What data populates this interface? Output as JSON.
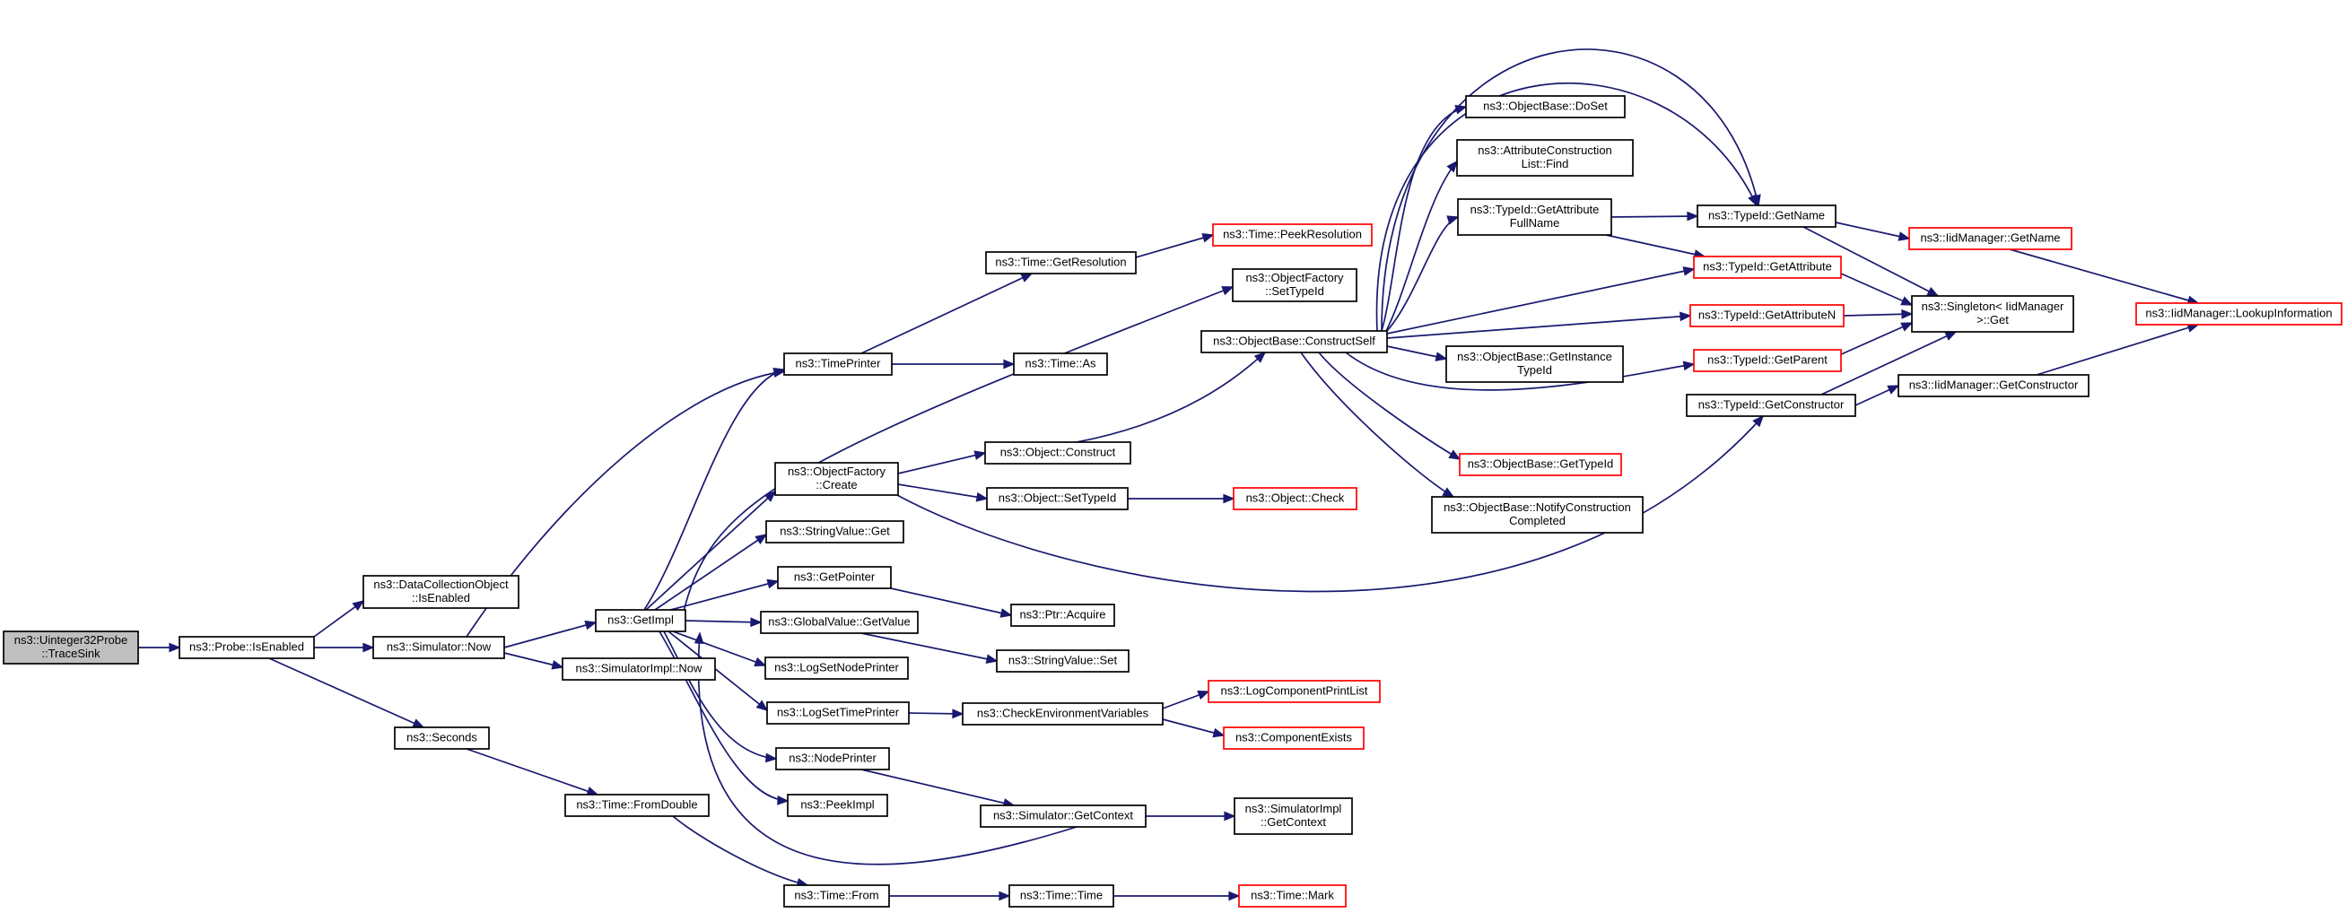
{
  "graph": {
    "nodes": [
      {
        "id": "root",
        "lines": [
          "ns3::Uinteger32Probe",
          "::TraceSink"
        ],
        "style": "root"
      },
      {
        "id": "probe_isenabled",
        "lines": [
          "ns3::Probe::IsEnabled"
        ],
        "style": "normal"
      },
      {
        "id": "dco_isenabled",
        "lines": [
          "ns3::DataCollectionObject",
          "::IsEnabled"
        ],
        "style": "normal"
      },
      {
        "id": "sim_now",
        "lines": [
          "ns3::Simulator::Now"
        ],
        "style": "normal"
      },
      {
        "id": "seconds",
        "lines": [
          "ns3::Seconds"
        ],
        "style": "normal"
      },
      {
        "id": "getimpl",
        "lines": [
          "ns3::GetImpl"
        ],
        "style": "normal"
      },
      {
        "id": "simimpl_now",
        "lines": [
          "ns3::SimulatorImpl::Now"
        ],
        "style": "normal"
      },
      {
        "id": "time_fromdouble",
        "lines": [
          "ns3::Time::FromDouble"
        ],
        "style": "normal"
      },
      {
        "id": "timeprinter",
        "lines": [
          "ns3::TimePrinter"
        ],
        "style": "normal"
      },
      {
        "id": "of_create",
        "lines": [
          "ns3::ObjectFactory",
          "::Create"
        ],
        "style": "normal"
      },
      {
        "id": "stringvalue_get",
        "lines": [
          "ns3::StringValue::Get"
        ],
        "style": "normal"
      },
      {
        "id": "getpointer",
        "lines": [
          "ns3::GetPointer"
        ],
        "style": "normal"
      },
      {
        "id": "gv_getvalue",
        "lines": [
          "ns3::GlobalValue::GetValue"
        ],
        "style": "normal"
      },
      {
        "id": "logsetnodeprinter",
        "lines": [
          "ns3::LogSetNodePrinter"
        ],
        "style": "normal"
      },
      {
        "id": "logsettimeprinter",
        "lines": [
          "ns3::LogSetTimePrinter"
        ],
        "style": "normal"
      },
      {
        "id": "nodeprinter",
        "lines": [
          "ns3::NodePrinter"
        ],
        "style": "normal"
      },
      {
        "id": "peekimpl",
        "lines": [
          "ns3::PeekImpl"
        ],
        "style": "normal"
      },
      {
        "id": "time_from",
        "lines": [
          "ns3::Time::From"
        ],
        "style": "normal"
      },
      {
        "id": "time_getresolution",
        "lines": [
          "ns3::Time::GetResolution"
        ],
        "style": "normal"
      },
      {
        "id": "time_as",
        "lines": [
          "ns3::Time::As"
        ],
        "style": "normal"
      },
      {
        "id": "object_construct",
        "lines": [
          "ns3::Object::Construct"
        ],
        "style": "normal"
      },
      {
        "id": "object_settypeid",
        "lines": [
          "ns3::Object::SetTypeId"
        ],
        "style": "normal"
      },
      {
        "id": "ptr_acquire",
        "lines": [
          "ns3::Ptr::Acquire"
        ],
        "style": "normal"
      },
      {
        "id": "stringvalue_set",
        "lines": [
          "ns3::StringValue::Set"
        ],
        "style": "normal"
      },
      {
        "id": "checkenv",
        "lines": [
          "ns3::CheckEnvironmentVariables"
        ],
        "style": "normal"
      },
      {
        "id": "sim_getcontext",
        "lines": [
          "ns3::Simulator::GetContext"
        ],
        "style": "normal"
      },
      {
        "id": "time_time",
        "lines": [
          "ns3::Time::Time"
        ],
        "style": "normal"
      },
      {
        "id": "time_peekresolution",
        "lines": [
          "ns3::Time::PeekResolution"
        ],
        "style": "red"
      },
      {
        "id": "of_settypeid",
        "lines": [
          "ns3::ObjectFactory",
          "::SetTypeId"
        ],
        "style": "normal"
      },
      {
        "id": "ob_constructself",
        "lines": [
          "ns3::ObjectBase::ConstructSelf"
        ],
        "style": "normal"
      },
      {
        "id": "object_check",
        "lines": [
          "ns3::Object::Check"
        ],
        "style": "red"
      },
      {
        "id": "logcomponentprintlist",
        "lines": [
          "ns3::LogComponentPrintList"
        ],
        "style": "red"
      },
      {
        "id": "componentexists",
        "lines": [
          "ns3::ComponentExists"
        ],
        "style": "red"
      },
      {
        "id": "simimpl_getcontext",
        "lines": [
          "ns3::SimulatorImpl",
          "::GetContext"
        ],
        "style": "normal"
      },
      {
        "id": "time_mark",
        "lines": [
          "ns3::Time::Mark"
        ],
        "style": "red"
      },
      {
        "id": "ob_doset",
        "lines": [
          "ns3::ObjectBase::DoSet"
        ],
        "style": "normal"
      },
      {
        "id": "acl_find",
        "lines": [
          "ns3::AttributeConstruction",
          "List::Find"
        ],
        "style": "normal"
      },
      {
        "id": "typeid_getattrfullname",
        "lines": [
          "ns3::TypeId::GetAttribute",
          "FullName"
        ],
        "style": "normal"
      },
      {
        "id": "ob_getinstancetypeid",
        "lines": [
          "ns3::ObjectBase::GetInstance",
          "TypeId"
        ],
        "style": "normal"
      },
      {
        "id": "ob_gettypeid",
        "lines": [
          "ns3::ObjectBase::GetTypeId"
        ],
        "style": "red"
      },
      {
        "id": "ob_notifyconstruction",
        "lines": [
          "ns3::ObjectBase::NotifyConstruction",
          "Completed"
        ],
        "style": "normal"
      },
      {
        "id": "typeid_getname",
        "lines": [
          "ns3::TypeId::GetName"
        ],
        "style": "normal"
      },
      {
        "id": "typeid_getattribute",
        "lines": [
          "ns3::TypeId::GetAttribute"
        ],
        "style": "red"
      },
      {
        "id": "typeid_getattributen",
        "lines": [
          "ns3::TypeId::GetAttributeN"
        ],
        "style": "red"
      },
      {
        "id": "typeid_getparent",
        "lines": [
          "ns3::TypeId::GetParent"
        ],
        "style": "red"
      },
      {
        "id": "typeid_getconstructor",
        "lines": [
          "ns3::TypeId::GetConstructor"
        ],
        "style": "normal"
      },
      {
        "id": "iidmanager_getname",
        "lines": [
          "ns3::IidManager::GetName"
        ],
        "style": "red"
      },
      {
        "id": "singleton_get",
        "lines": [
          "ns3::Singleton< IidManager",
          " >::Get"
        ],
        "style": "normal"
      },
      {
        "id": "iidmanager_getconstructor",
        "lines": [
          "ns3::IidManager::GetConstructor"
        ],
        "style": "normal"
      },
      {
        "id": "iidmanager_lookup",
        "lines": [
          "ns3::IidManager::LookupInformation"
        ],
        "style": "red"
      }
    ]
  },
  "colors": {
    "edge": "#191970",
    "border_normal": "#000000",
    "border_red": "#ff0000",
    "root_fill": "#bfbfbf",
    "node_fill": "#ffffff"
  }
}
